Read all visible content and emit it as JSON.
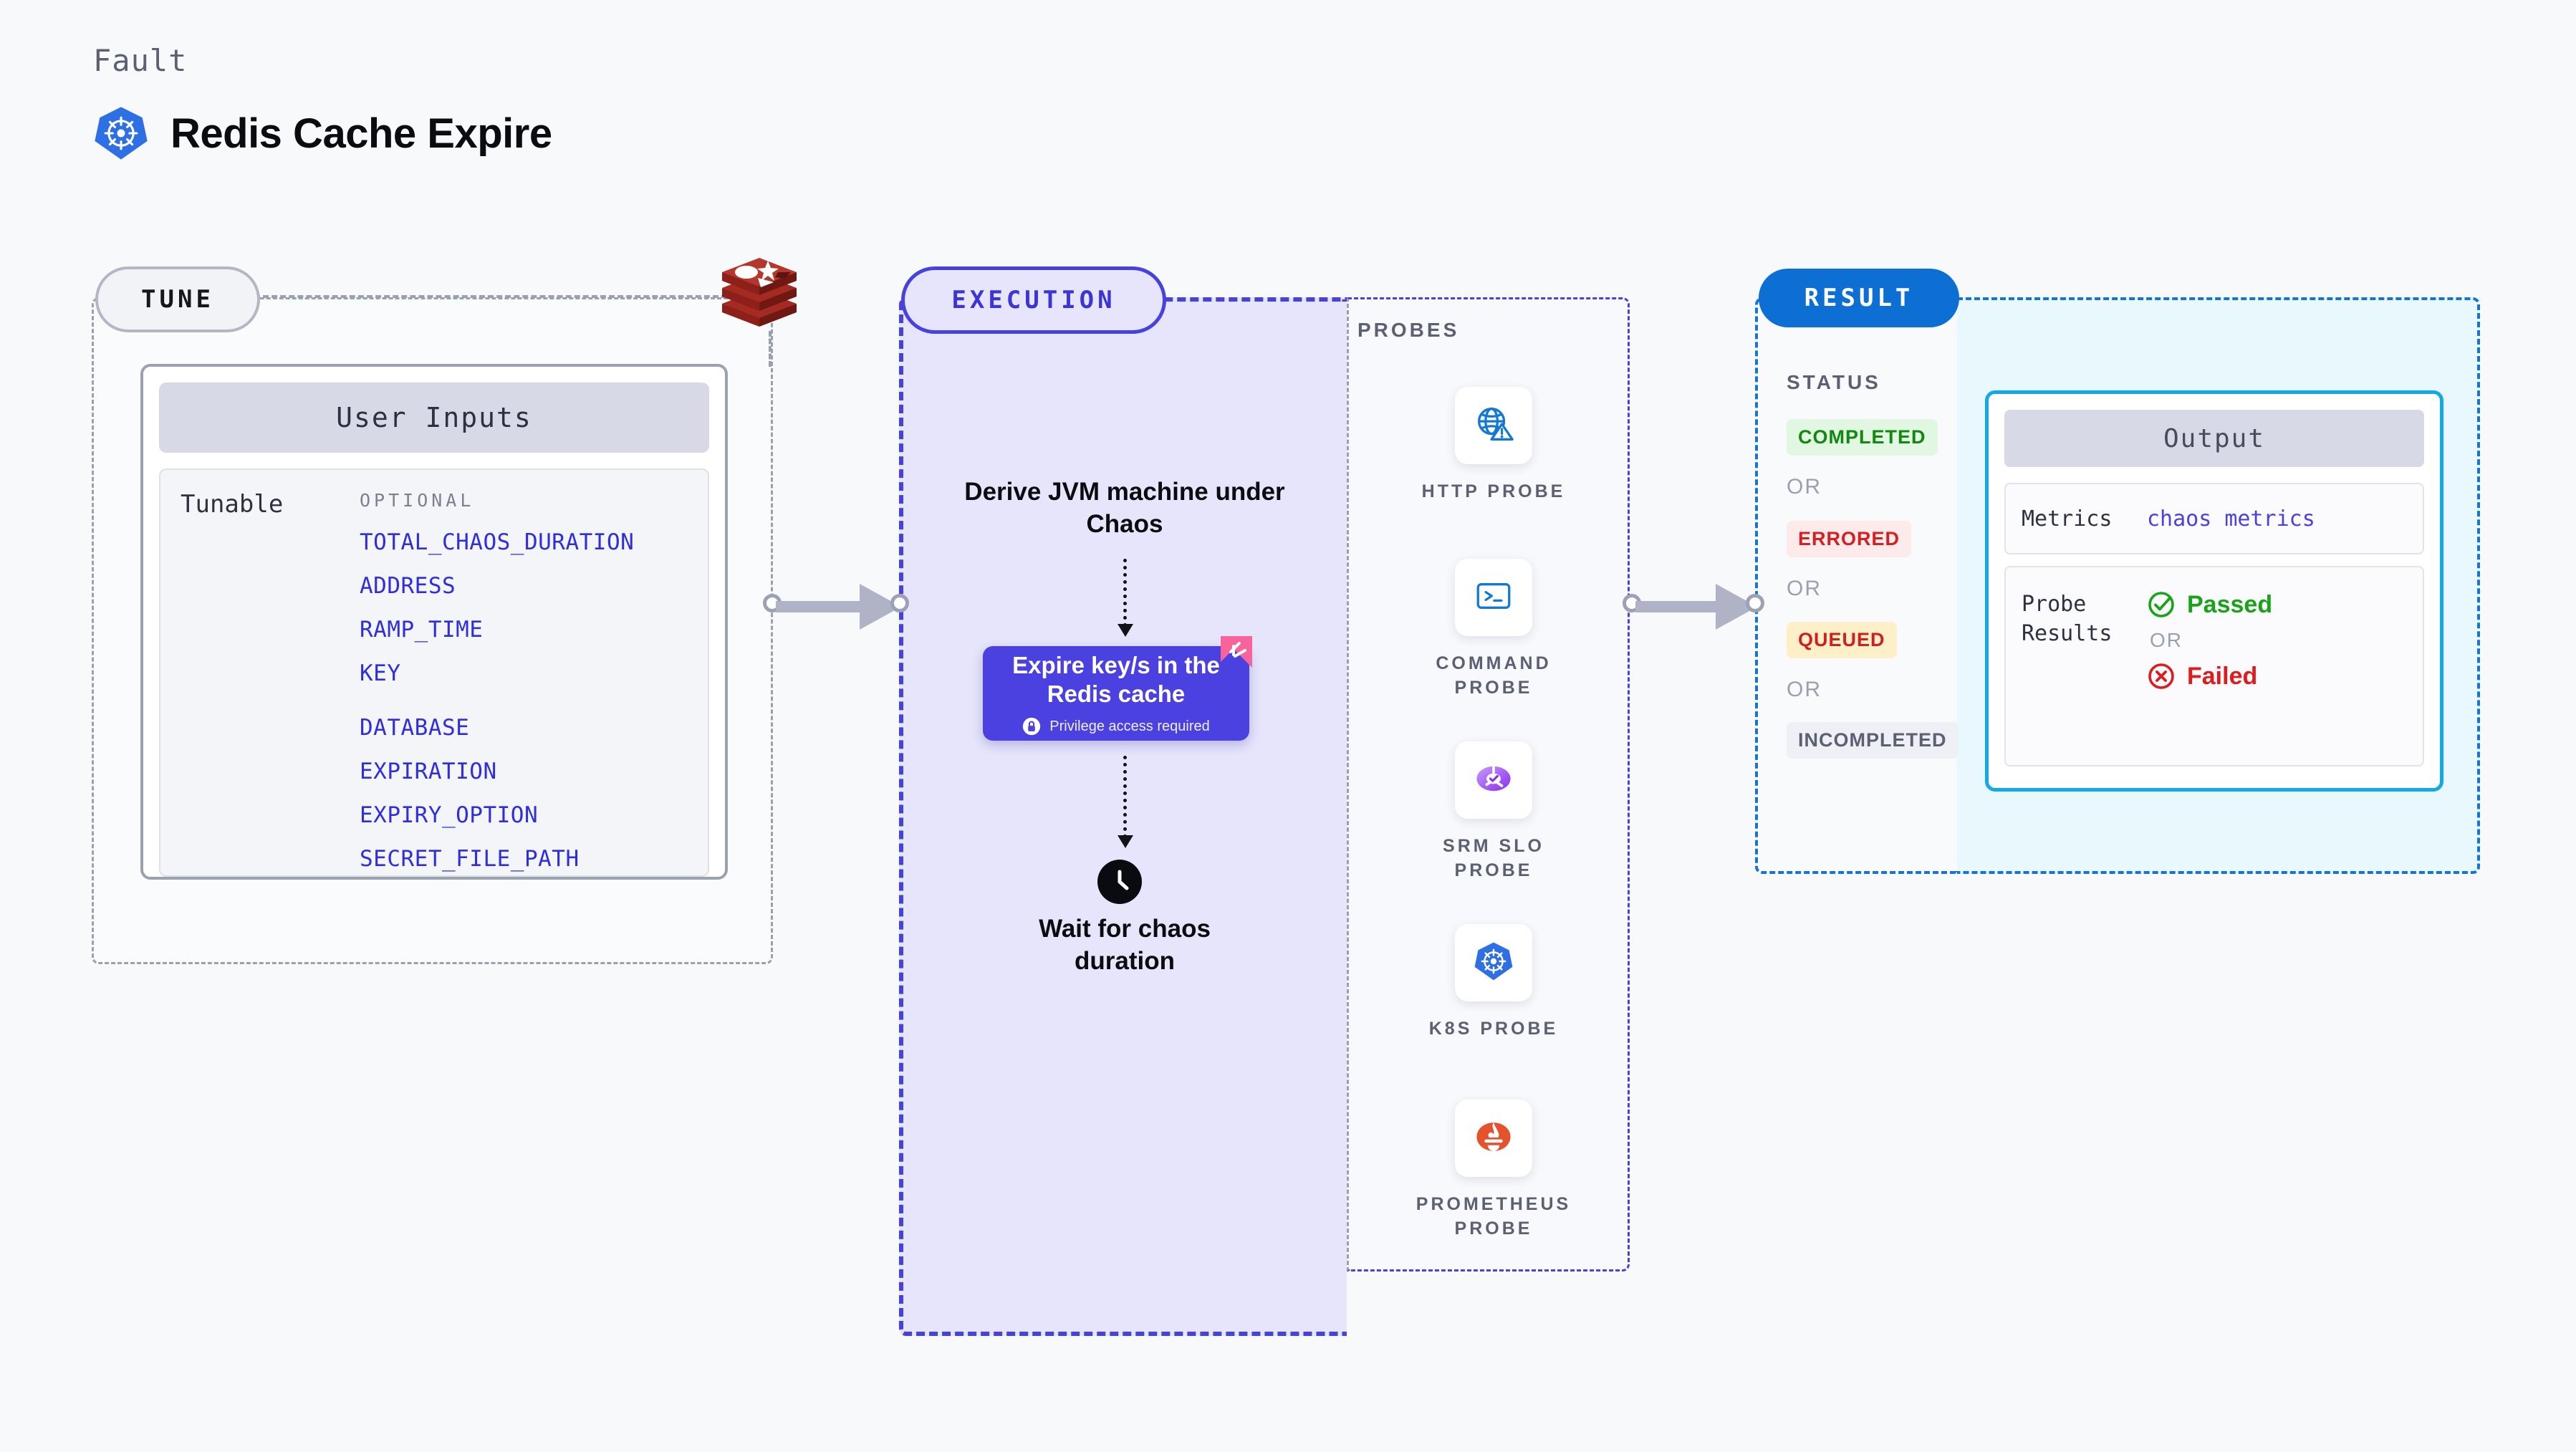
{
  "header": {
    "kicker": "Fault",
    "title": "Redis Cache Expire",
    "logo_icon": "kubernetes-icon"
  },
  "tune": {
    "badge": "TUNE",
    "platform_icon": "redis-logo",
    "card_title": "User Inputs",
    "row_label": "Tunable",
    "optional_label": "OPTIONAL",
    "params": [
      "TOTAL_CHAOS_DURATION",
      "ADDRESS",
      "RAMP_TIME",
      "KEY",
      "DATABASE",
      "EXPIRATION",
      "EXPIRY_OPTION",
      "SECRET_FILE_PATH"
    ]
  },
  "execution": {
    "badge": "EXECUTION",
    "step_derive": "Derive JVM machine under Chaos",
    "action_title": "Expire key/s in the Redis cache",
    "action_privilege": "Privilege access required",
    "privilege_icon": "lock-icon",
    "ribbon_icon": "chaos-ribbon-icon",
    "step_wait": "Wait for chaos duration",
    "wait_icon": "clock-icon"
  },
  "probes": {
    "title": "PROBES",
    "items": [
      {
        "label": "HTTP PROBE",
        "icon": "globe-warning-icon"
      },
      {
        "label": "COMMAND PROBE",
        "icon": "terminal-icon"
      },
      {
        "label": "SRM SLO PROBE",
        "icon": "slo-donut-check-icon"
      },
      {
        "label": "K8S PROBE",
        "icon": "kubernetes-icon"
      },
      {
        "label": "PROMETHEUS PROBE",
        "icon": "prometheus-icon"
      }
    ]
  },
  "result": {
    "badge": "RESULT",
    "status_title": "STATUS",
    "or_label": "OR",
    "statuses": [
      {
        "label": "COMPLETED",
        "bg": "#e2f7e2",
        "fg": "#128712"
      },
      {
        "label": "ERRORED",
        "bg": "#fdeaea",
        "fg": "#d32020"
      },
      {
        "label": "QUEUED",
        "bg": "#fdf0c9",
        "fg": "#cf2020"
      },
      {
        "label": "INCOMPLETED",
        "bg": "#eff0f5",
        "fg": "#5b6073"
      }
    ],
    "output": {
      "title": "Output",
      "metrics_label": "Metrics",
      "metrics_value": "chaos metrics",
      "probe_results_label": "Probe Results",
      "passed_label": "Passed",
      "passed_icon": "check-circle-icon",
      "failed_label": "Failed",
      "failed_icon": "x-circle-icon",
      "or_label": "OR"
    }
  },
  "colors": {
    "accent_purple": "#4a41e0",
    "accent_blue": "#0d6fd4",
    "output_border": "#12a9e8",
    "param_blue": "#2f2ede",
    "pass_green": "#19a319",
    "fail_red": "#e01b1b"
  }
}
